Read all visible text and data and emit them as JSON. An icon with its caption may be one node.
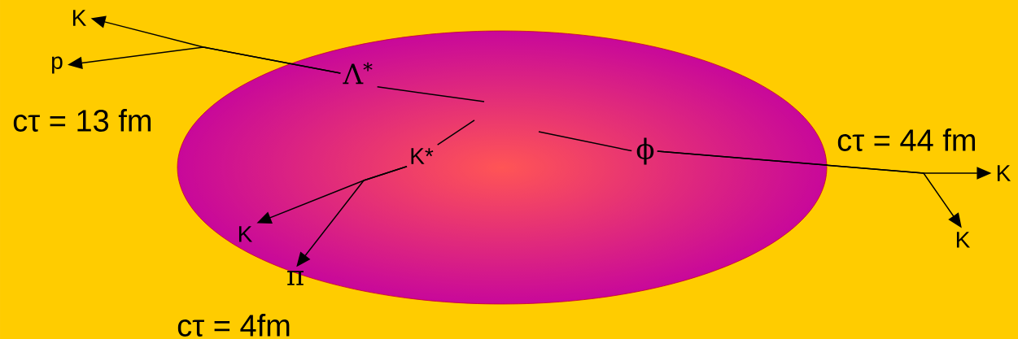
{
  "diagram": {
    "nodes": [
      {
        "text": [],
        "shape": "ellipse"
      },
      {
        "text": [
          "Λ$^{*}$"
        ],
        "in": 0
      },
      {
        "text": [
          "K"
        ]
      },
      {
        "text": [
          "p"
        ]
      },
      {
        "text": [
          "K*"
        ],
        "in": 0
      },
      {
        "text": [
          "K"
        ],
        "in": 0
      },
      {
        "text": [
          "π"
        ]
      },
      {
        "text": [
          "ϕ"
        ],
        "in": 0
      },
      {
        "text": [
          "K"
        ]
      },
      {
        "text": [
          "K"
        ]
      }
    ],
    "edges": [
      {
        "from": null,
        "to": 1,
        "arrow": "none"
      },
      {
        "from": 1,
        "to": 2,
        "arrow": "to"
      },
      {
        "from": 1,
        "to": 3,
        "arrow": "to"
      },
      {
        "from": null,
        "to": 4,
        "arrow": "none"
      },
      {
        "from": 4,
        "to": 5,
        "arrow": "to"
      },
      {
        "from": 4,
        "to": 6,
        "arrow": "to"
      },
      {
        "from": null,
        "to": 7,
        "arrow": "none"
      },
      {
        "from": 7,
        "to": 8,
        "arrow": "to"
      },
      {
        "from": 7,
        "to": 9,
        "arrow": "to"
      }
    ],
    "labels": [
      "cτ = 13 fm",
      "cτ = 44 fm",
      "cτ = 4fm"
    ]
  }
}
